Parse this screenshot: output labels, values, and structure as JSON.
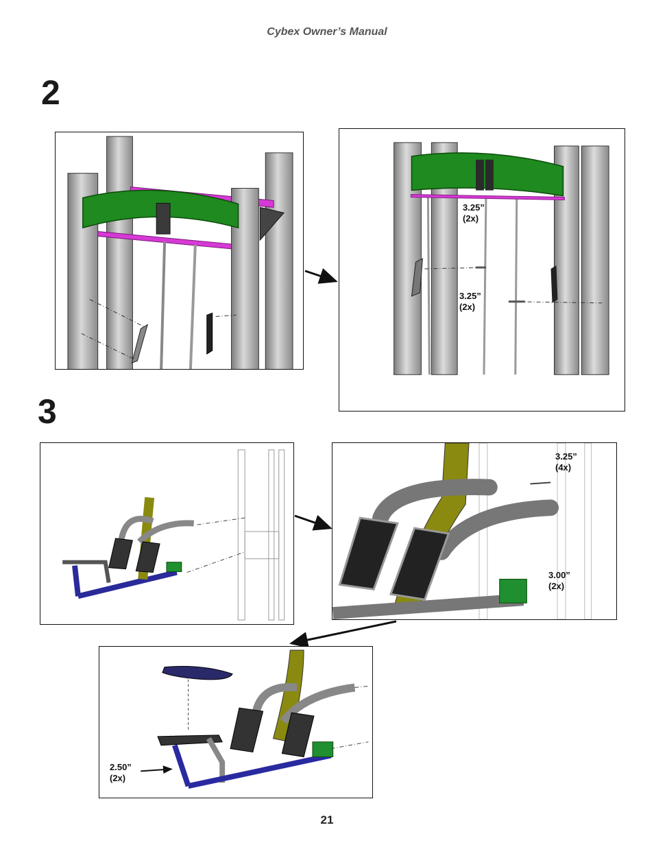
{
  "header": {
    "title": "Cybex Owner’s Manual"
  },
  "steps": [
    {
      "number": "2"
    },
    {
      "number": "3"
    }
  ],
  "callouts": {
    "step2_upper_size": "3.25”",
    "step2_upper_qty": "(2x)",
    "step2_lower_size": "3.25”",
    "step2_lower_qty": "(2x)",
    "step3_top_size": "3.25”",
    "step3_top_qty": "(4x)",
    "step3_bottom_size": "3.00”",
    "step3_bottom_qty": "(2x)",
    "step3_seat_size": "2.50”",
    "step3_seat_qty": "(2x)"
  },
  "colors": {
    "crossbar_green": "#1f8a1f",
    "rail_magenta": "#d63ad6",
    "frame_blue": "#2a2aa0",
    "arm_olive": "#8a8a10",
    "post_gray": "#a9a9a9",
    "bracket_green": "#1f8f2f"
  },
  "footer": {
    "page_number": "21"
  }
}
